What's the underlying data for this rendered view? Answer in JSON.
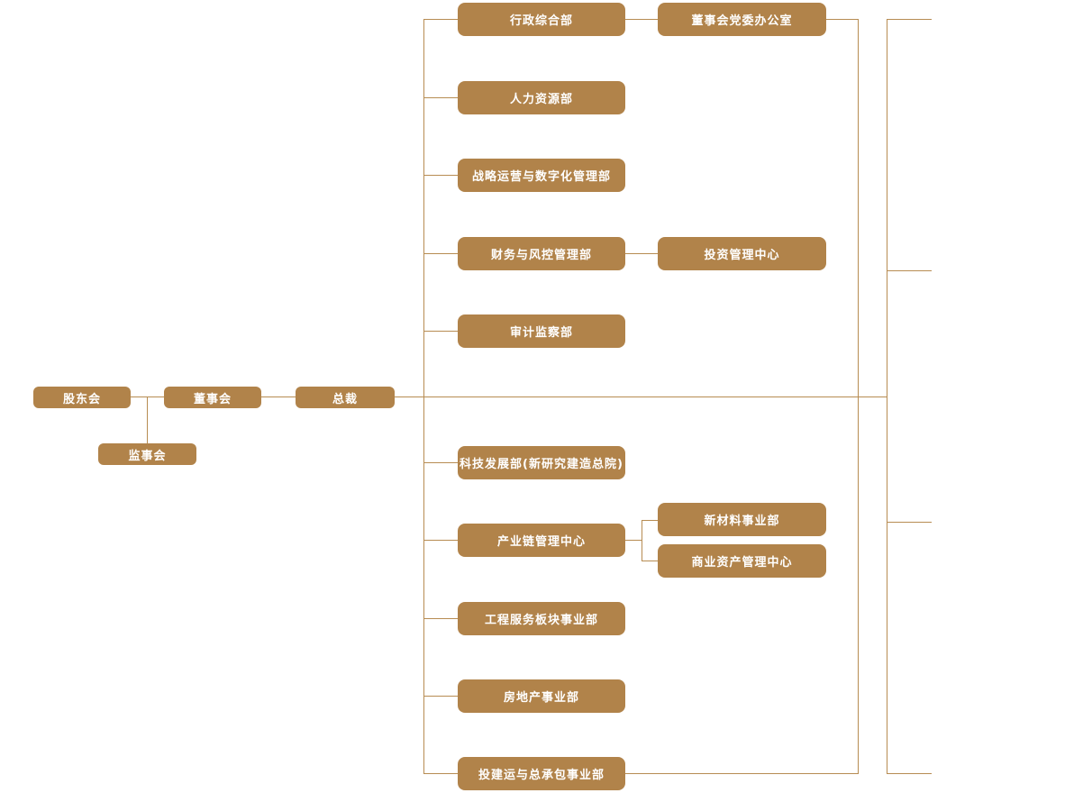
{
  "diagram_type": "organizational-chart",
  "colors": {
    "node_fill": "#b1834a",
    "node_text": "#ffffff",
    "connector_line": "#b78c52",
    "background": "#ffffff"
  },
  "org_chart": {
    "governance": {
      "shareholders_meeting": "股东会",
      "board_of_directors": "董事会",
      "president": "总裁",
      "supervisory_board": "监事会"
    },
    "departments": {
      "admin_general": "行政综合部",
      "human_resources": "人力资源部",
      "strategy_digital": "战略运营与数字化管理部",
      "finance_risk": "财务与风控管理部",
      "audit_supervision": "审计监察部",
      "tech_development": "科技发展部(新研究建造总院)",
      "industry_chain": "产业链管理中心",
      "engineering_services": "工程服务板块事业部",
      "real_estate": "房地产事业部",
      "investment_construction": "投建运与总承包事业部"
    },
    "sub_units": {
      "board_party_office": "董事会党委办公室",
      "investment_management_center": "投资管理中心",
      "new_materials_division": "新材料事业部",
      "commercial_asset_center": "商业资产管理中心"
    }
  }
}
